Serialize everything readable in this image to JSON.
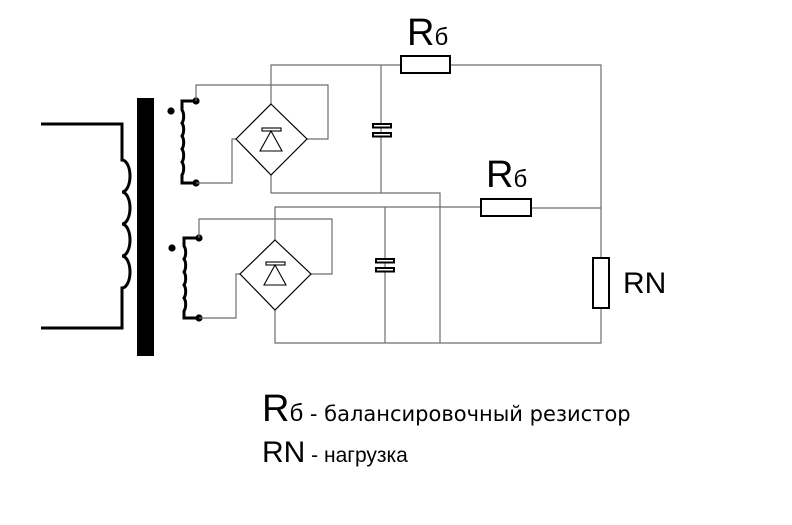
{
  "diagram": {
    "title": "Схема балансировки двух выпрямителей",
    "components": {
      "transformer": {
        "primary": "первичная обмотка",
        "secondaries": 2
      },
      "rb_top": {
        "label_main": "R",
        "label_sub": "б"
      },
      "rb_mid": {
        "label_main": "R",
        "label_sub": "б"
      },
      "load": {
        "label": "RN"
      }
    },
    "legend": [
      {
        "symbol_main": "R",
        "symbol_sub": "б",
        "text": " - балансировочный резистор"
      },
      {
        "symbol_main": "RN",
        "symbol_sub": "",
        "text": " - нагрузка"
      }
    ]
  }
}
